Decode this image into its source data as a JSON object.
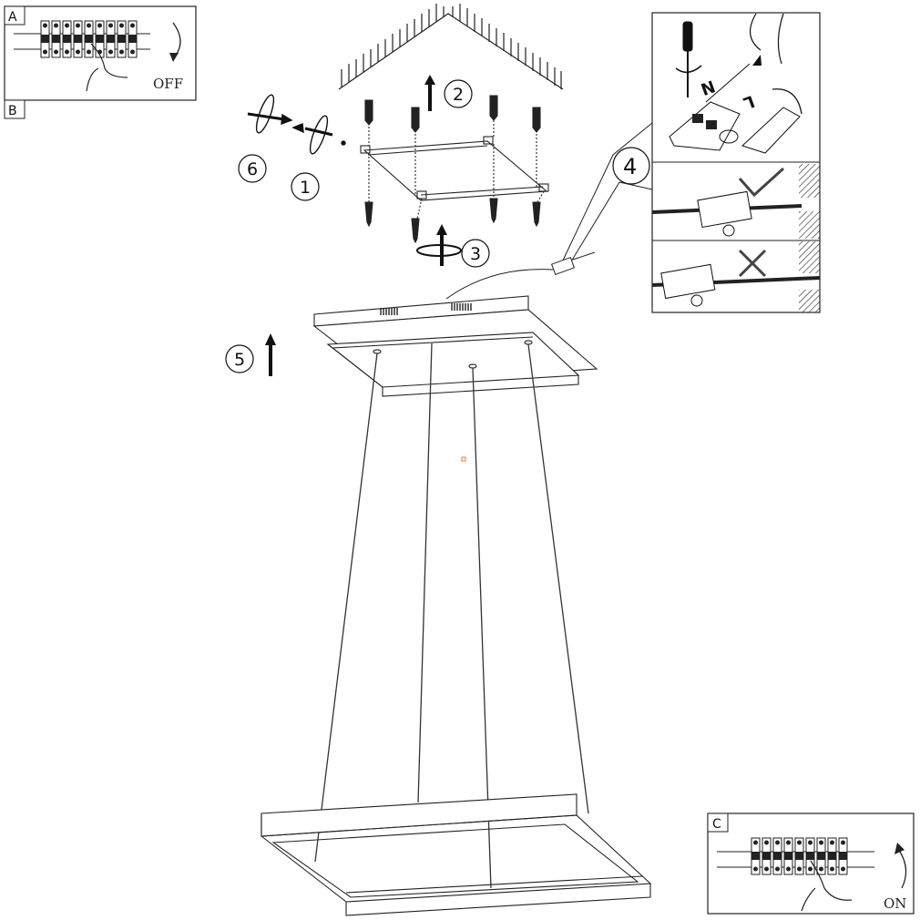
{
  "panels": {
    "a": {
      "label": "A",
      "caption": "OFF"
    },
    "b": {
      "label": "B"
    },
    "c": {
      "label": "C",
      "caption": "ON"
    }
  },
  "steps": [
    "1",
    "2",
    "3",
    "4",
    "5",
    "6"
  ],
  "wiring": {
    "neutral": "N",
    "live": "L"
  },
  "colors": {
    "line": "#1a1a1a",
    "marker": "#f07030"
  }
}
